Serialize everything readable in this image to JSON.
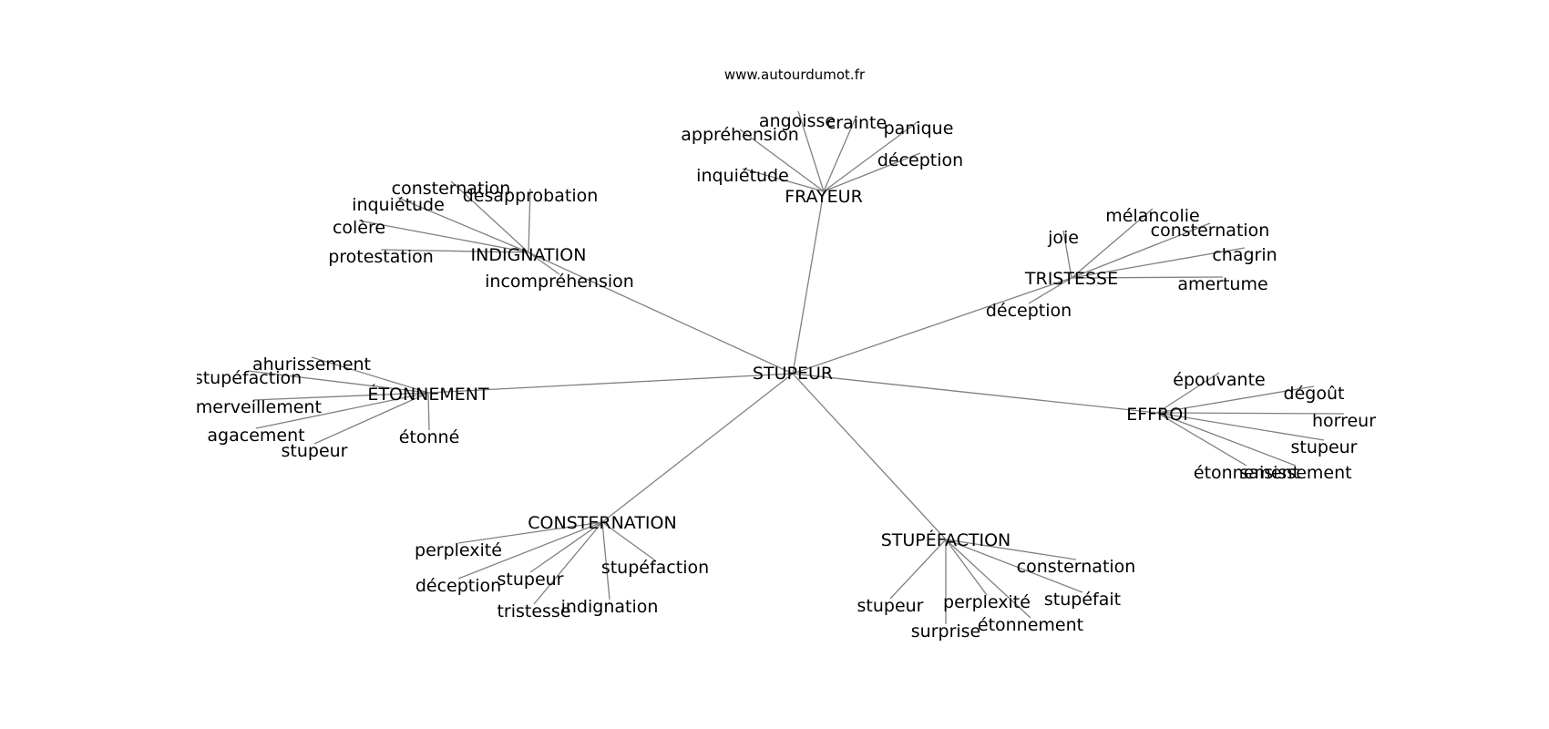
{
  "source": "www.autourdumot.fr",
  "center": "STUPEUR",
  "clusters": [
    {
      "label": "FRAYEUR",
      "leaves": [
        "angoisse",
        "crainte",
        "appréhension",
        "panique",
        "déception",
        "inquiétude"
      ]
    },
    {
      "label": "TRISTESSE",
      "leaves": [
        "mélancolie",
        "joie",
        "consternation",
        "chagrin",
        "amertume",
        "déception"
      ]
    },
    {
      "label": "INDIGNATION",
      "leaves": [
        "consternation",
        "désapprobation",
        "inquiétude",
        "colère",
        "protestation",
        "incompréhension"
      ]
    },
    {
      "label": "ÉTONNEMENT",
      "leaves": [
        "ahurissement",
        "stupéfaction",
        "émerveillement",
        "agacement",
        "étonné",
        "stupeur"
      ]
    },
    {
      "label": "EFFROI",
      "leaves": [
        "épouvante",
        "dégoût",
        "horreur",
        "stupeur",
        "étonnement",
        "saisissement"
      ]
    },
    {
      "label": "CONSTERNATION",
      "leaves": [
        "perplexité",
        "stupéfaction",
        "déception",
        "stupeur",
        "indignation",
        "tristesse"
      ]
    },
    {
      "label": "STUPÉFACTION",
      "leaves": [
        "consternation",
        "stupéfait",
        "perplexité",
        "stupeur",
        "étonnement",
        "surprise"
      ]
    }
  ]
}
